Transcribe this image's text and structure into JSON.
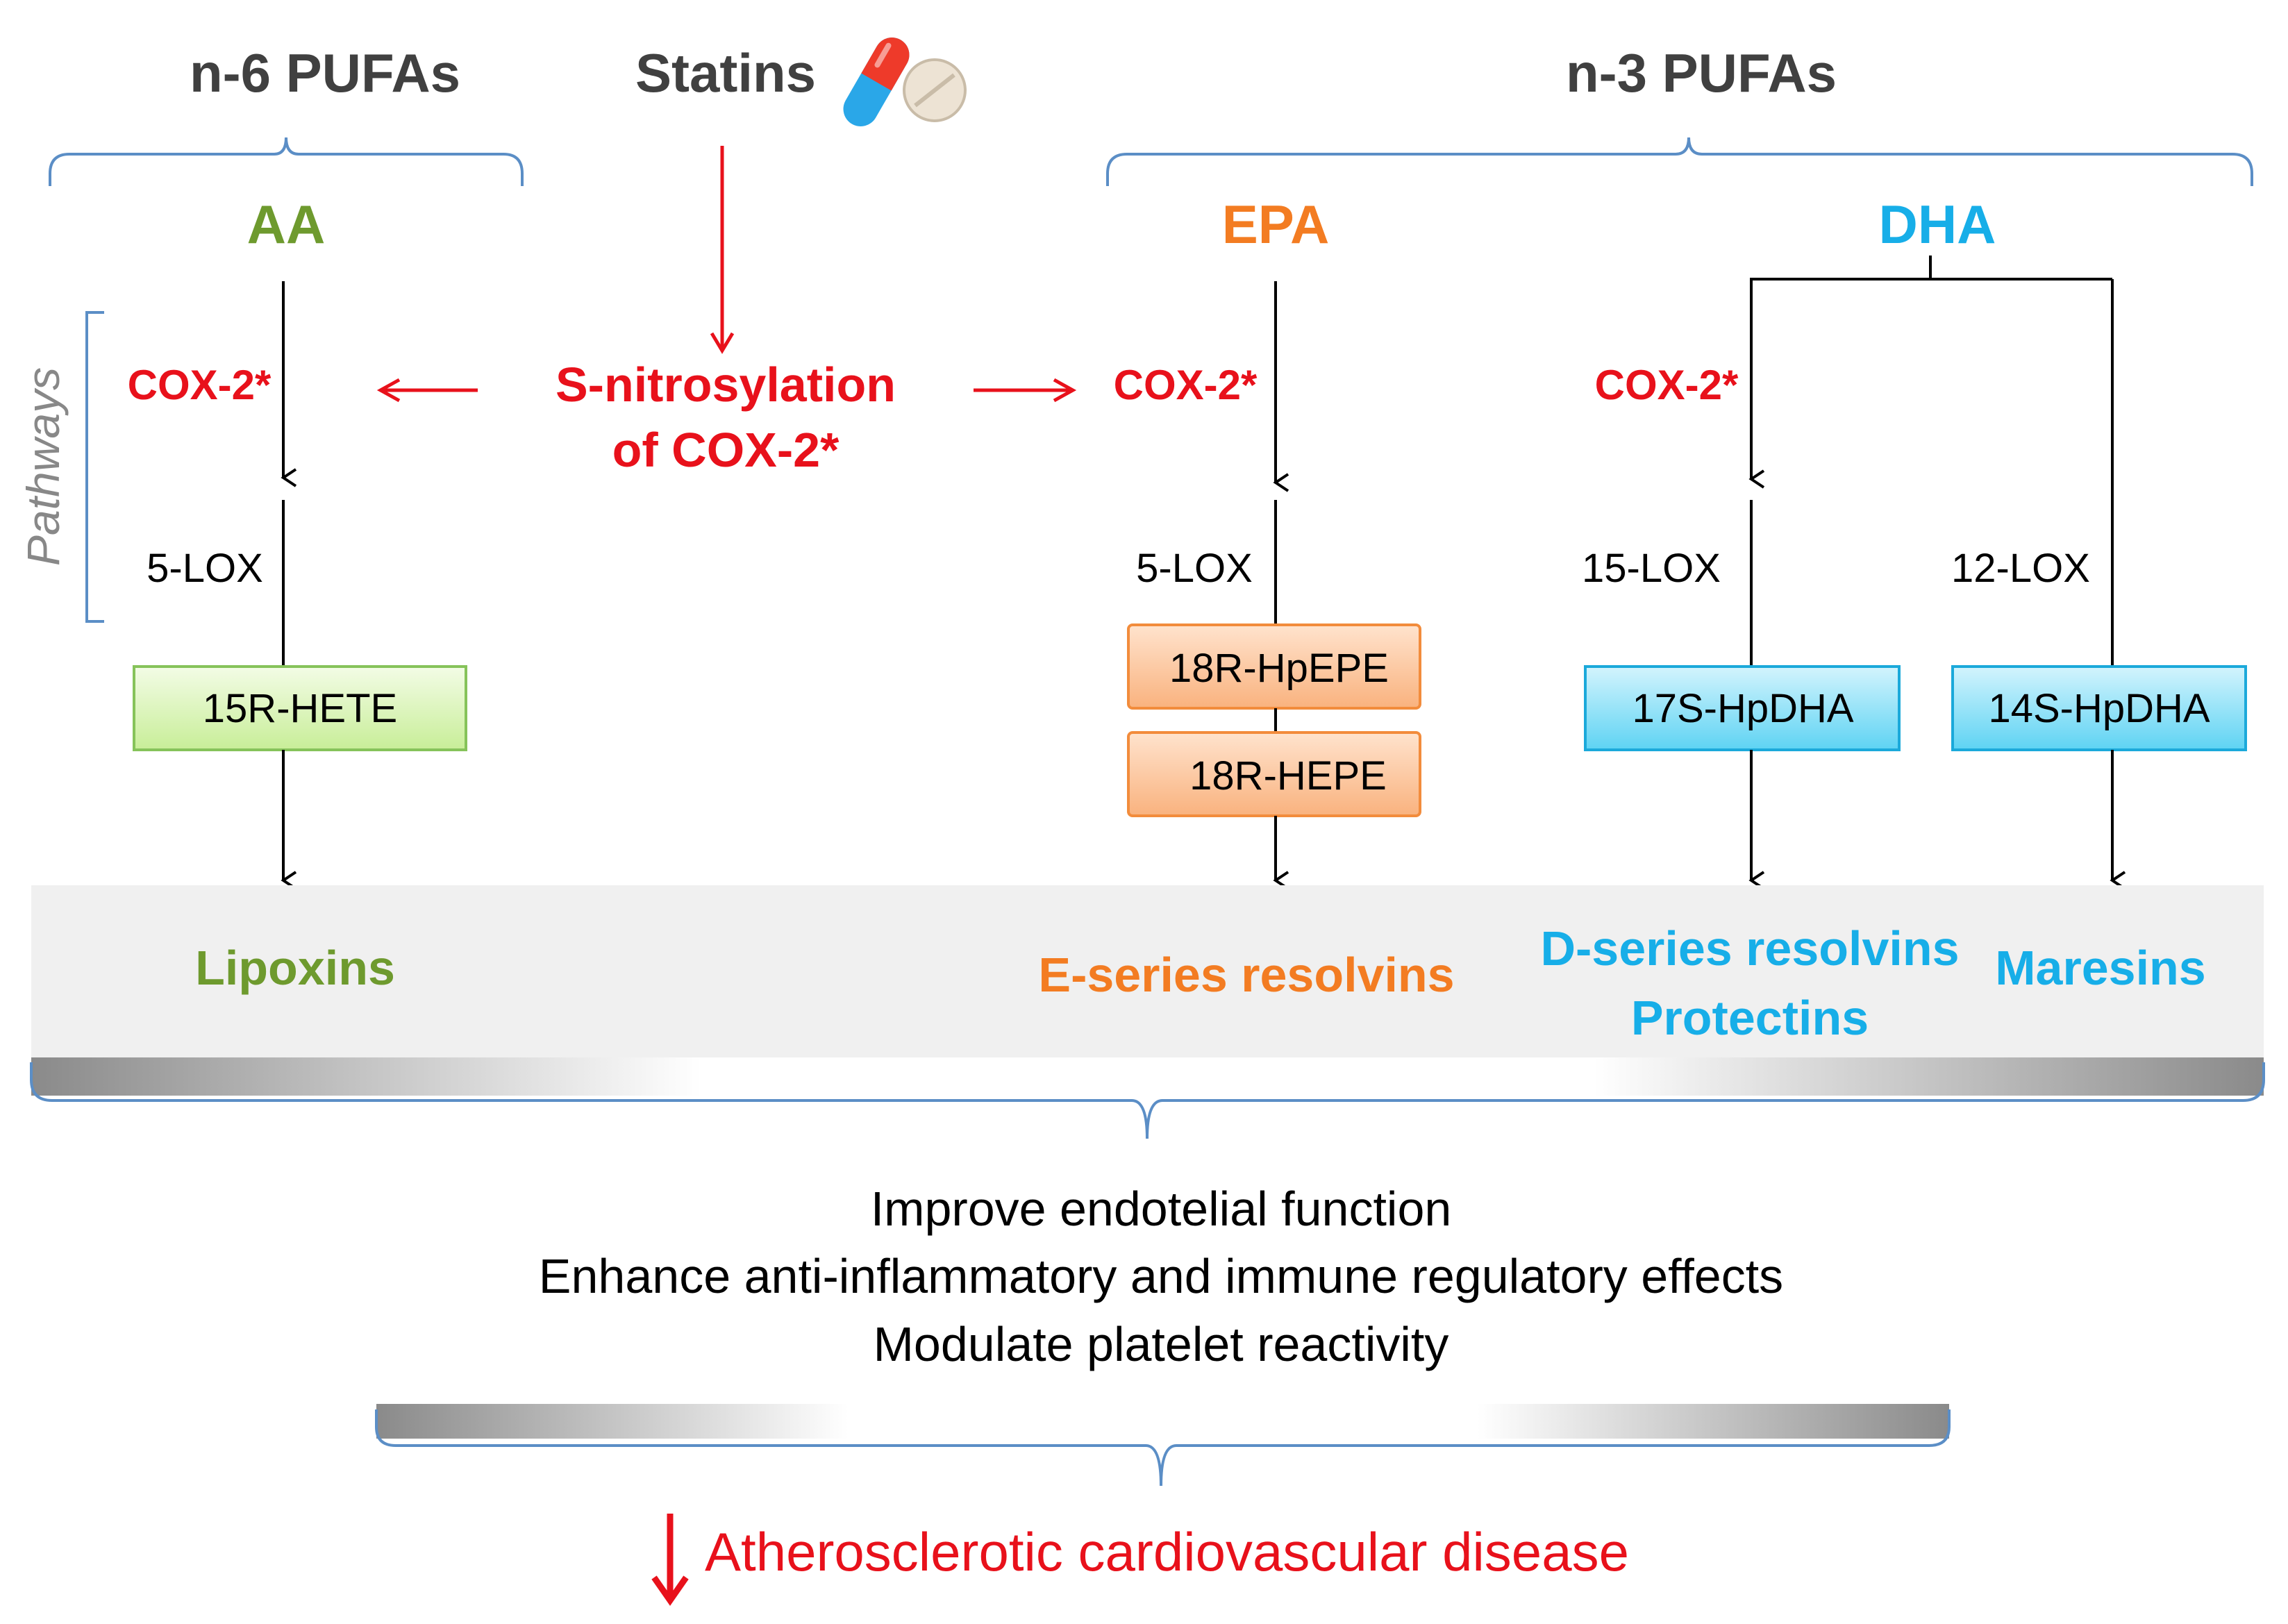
{
  "colors": {
    "red": "#E8111B",
    "green": "#6E9A2E",
    "orange": "#F37C22",
    "cyan": "#17AEE8",
    "gray_text": "#404040",
    "bracket_blue": "#5B8EC6",
    "pathways_gray": "#888888"
  },
  "top": {
    "n6": "n-6 PUFAs",
    "statins": "Statins",
    "n3": "n-3 PUFAs",
    "pill_icon": "capsule-and-tablet"
  },
  "acids": {
    "aa": "AA",
    "epa": "EPA",
    "dha": "DHA"
  },
  "pathways_label": "Pathways",
  "mechanism": {
    "line1": "S-nitrosylation",
    "line2": "of COX-2*"
  },
  "enzymes": {
    "cox_aa": "COX-2*",
    "cox_epa": "COX-2*",
    "cox_dha": "COX-2*",
    "lox_aa": "5-LOX",
    "lox_epa": "5-LOX",
    "lox_dha15": "15-LOX",
    "lox_dha12": "12-LOX"
  },
  "intermediates": {
    "aa": "15R-HETE",
    "epa1": "18R-HpEPE",
    "epa2": "18R-HEPE",
    "dha17": "17S-HpDHA",
    "dha14": "14S-HpDHA"
  },
  "products": {
    "lipoxins": "Lipoxins",
    "e_resolvins": "E-series resolvins",
    "d_resolvins": "D-series resolvins",
    "protectins": "Protectins",
    "maresins": "Maresins"
  },
  "effects": {
    "line1": "Improve endotelial function",
    "line2": "Enhance anti-inflammatory and immune regulatory effects",
    "line3": "Modulate platelet reactivity"
  },
  "outcome": "Atherosclerotic cardiovascular disease"
}
